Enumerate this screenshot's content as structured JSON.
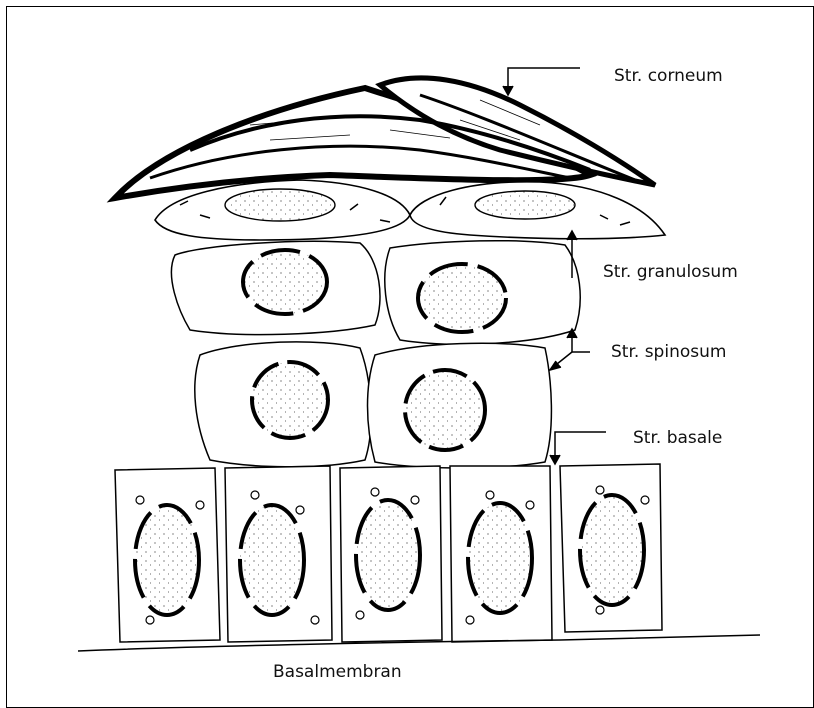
{
  "labels": {
    "corneum": "Str. corneum",
    "granulosum": "Str. granulosum",
    "spinosum": "Str. spinosum",
    "basale": "Str. basale",
    "basalmembran": "Basalmembran"
  }
}
